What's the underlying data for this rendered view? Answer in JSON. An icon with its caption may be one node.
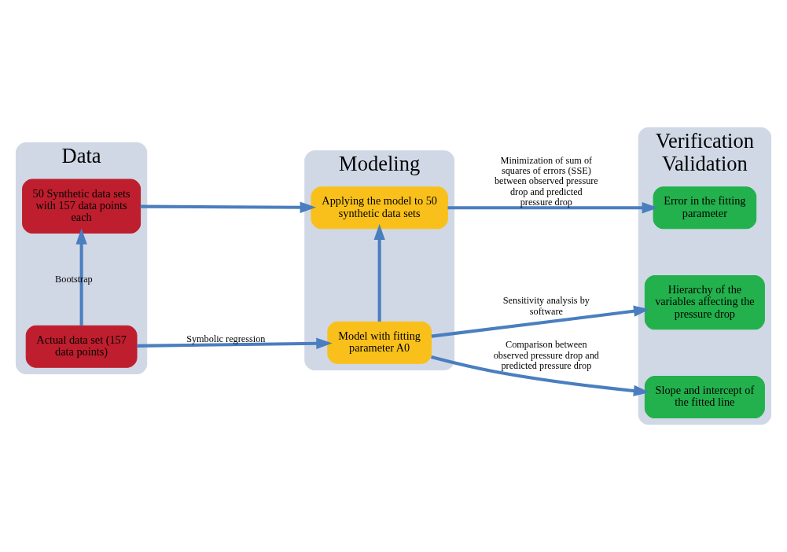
{
  "diagram": {
    "nodes": [
      {
        "text": [
          "Data"
        ]
      },
      {
        "text": [
          "Actual data set (157 data points)"
        ],
        "in": 0
      },
      {
        "text": [
          "50 Synthetic data sets with 157 data points each"
        ],
        "in": 0
      },
      {
        "text": [
          "Modeling"
        ]
      },
      {
        "text": [
          "Model with fitting parameter A0"
        ],
        "in": 3
      },
      {
        "text": [
          "Applying the model to 50 synthetic data sets"
        ],
        "in": 3
      },
      {
        "text": [
          "Verification",
          "Validation"
        ]
      },
      {
        "text": [
          "Hierarchy of the variables affecting the pressure drop"
        ],
        "in": 6
      },
      {
        "text": [
          "Slope and intercept of the fitted line"
        ],
        "in": 6
      },
      {
        "text": [
          "Error in the fitting parameter"
        ],
        "in": 6
      }
    ],
    "edges": [
      {
        "from": 1,
        "to": 4,
        "arrow": "to",
        "label": "Symbolic regression"
      },
      {
        "from": 1,
        "to": 2,
        "arrow": "to",
        "label": "Bootstrap"
      },
      {
        "from": 4,
        "to": 5,
        "arrow": "to"
      },
      {
        "from": 2,
        "to": 5,
        "arrow": "to"
      },
      {
        "from": 4,
        "to": 7,
        "arrow": "to",
        "label": "Sensitivity analysis by software"
      },
      {
        "from": 4,
        "to": 8,
        "arrow": "to",
        "label": "Comparison between observed pressure drop and predicted pressure drop"
      },
      {
        "from": 5,
        "to": 9,
        "arrow": "to",
        "label": "Minimization of sum of squares of errors (SSE) between observed pressure drop and predicted pressure drop"
      }
    ]
  }
}
